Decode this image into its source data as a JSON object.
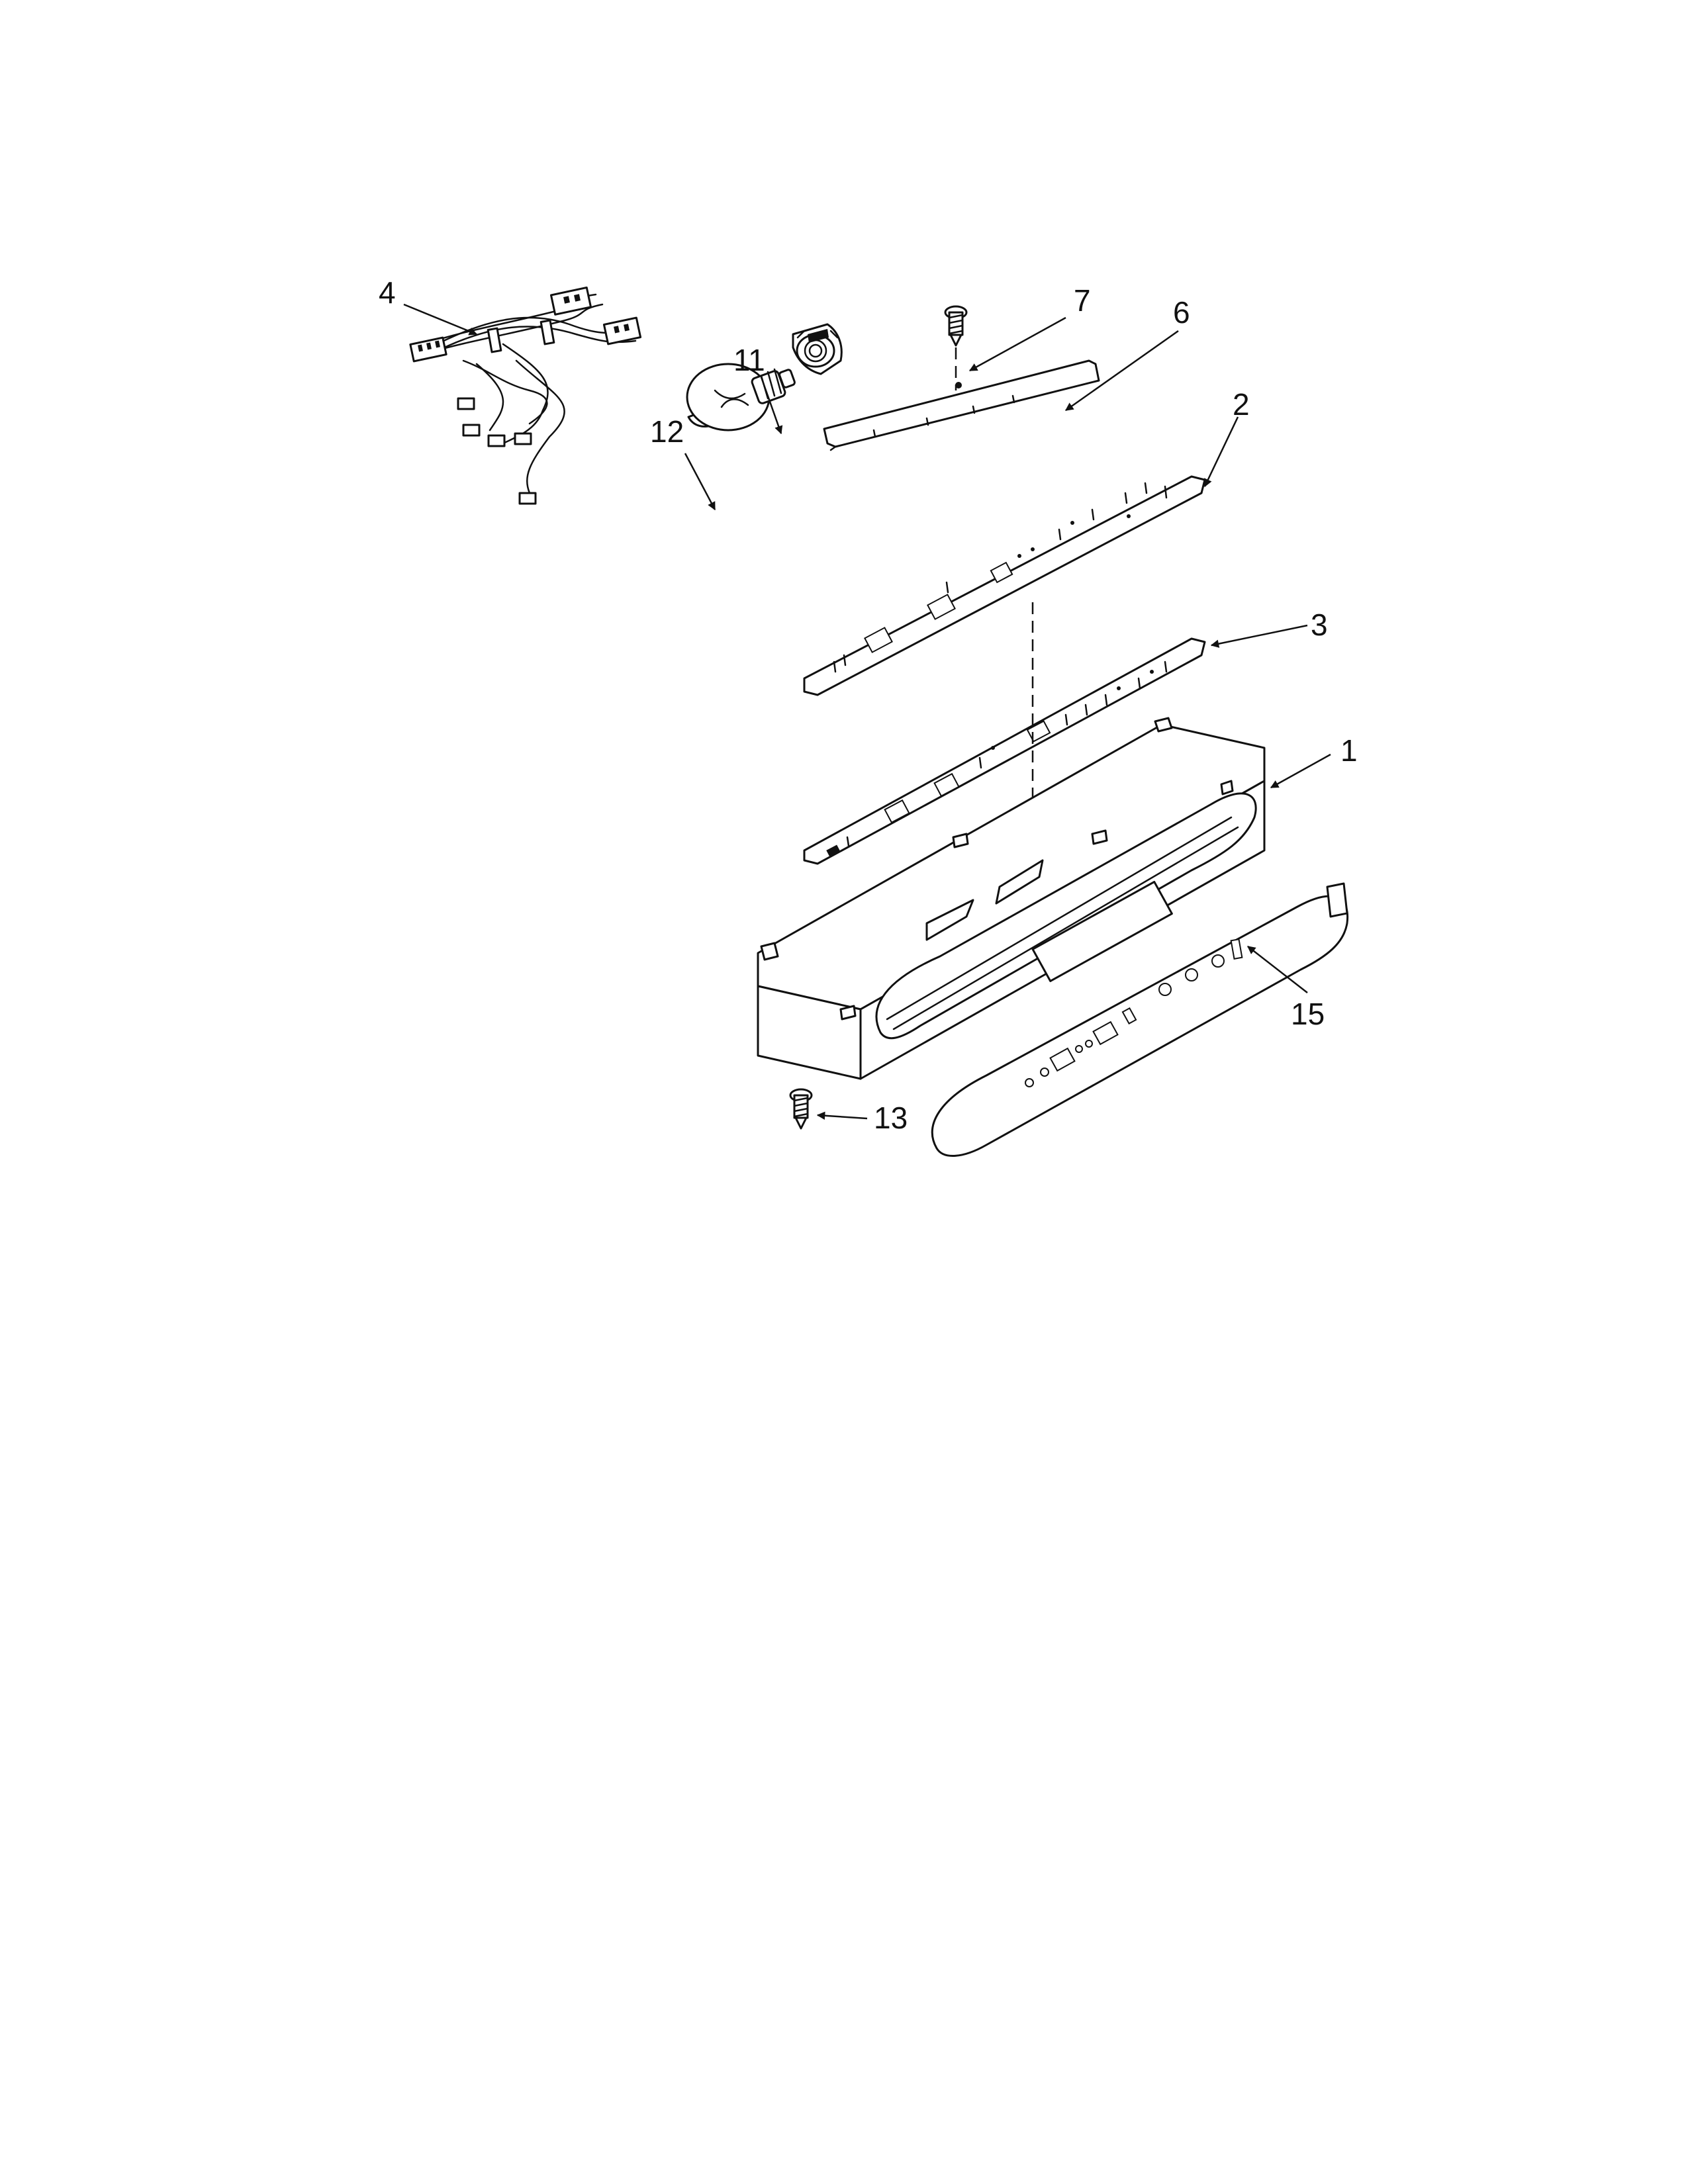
{
  "diagram": {
    "callouts": {
      "c1": "1",
      "c2": "2",
      "c3": "3",
      "c4": "4",
      "c6": "6",
      "c7": "7",
      "c11": "11",
      "c12": "12",
      "c13": "13",
      "c15": "15"
    }
  }
}
